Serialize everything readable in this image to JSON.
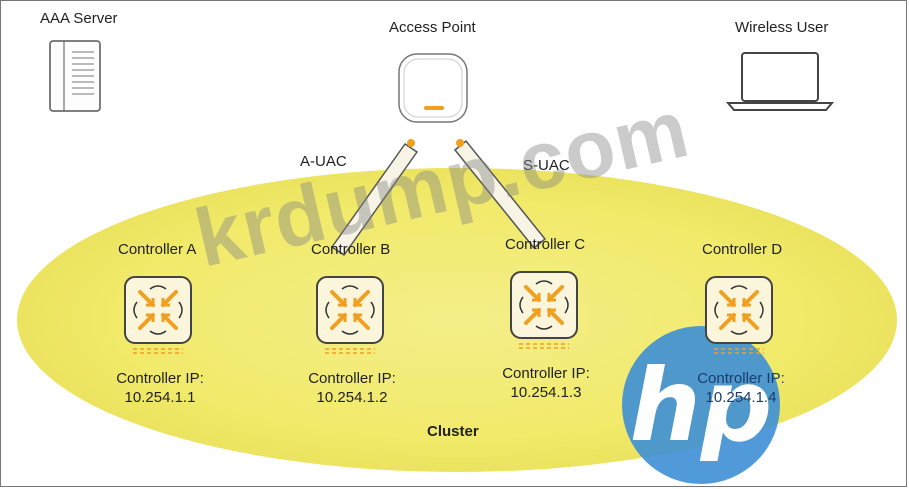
{
  "labels": {
    "aaa_server": "AAA Server",
    "access_point": "Access Point",
    "wireless_user": "Wireless User",
    "a_uac": "A-UAC",
    "s_uac": "S-UAC",
    "cluster": "Cluster"
  },
  "controllers": [
    {
      "name": "Controller A",
      "ip_label": "Controller IP:",
      "ip": "10.254.1.1"
    },
    {
      "name": "Controller B",
      "ip_label": "Controller IP:",
      "ip": "10.254.1.2"
    },
    {
      "name": "Controller C",
      "ip_label": "Controller IP:",
      "ip": "10.254.1.3"
    },
    {
      "name": "Controller D",
      "ip_label": "Controller IP:",
      "ip": "10.254.1.4"
    }
  ],
  "watermark": "krdump.com",
  "colors": {
    "cluster_fill": "#f3ec6e",
    "controller_orange": "#f0a020",
    "hp_blue": "#3d8fd6"
  }
}
